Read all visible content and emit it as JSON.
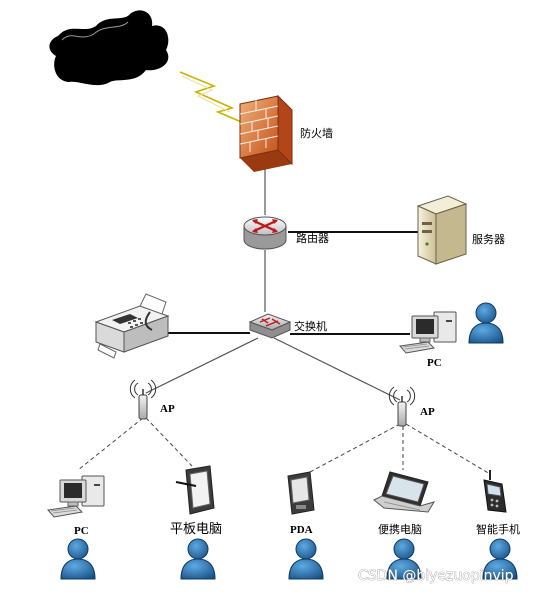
{
  "labels": {
    "firewall": "防火墙",
    "router": "路由器",
    "server": "服务器",
    "switch": "交换机",
    "pc_right": "PC",
    "ap_left": "AP",
    "ap_right": "AP",
    "pc_bottom": "PC",
    "tablet": "平板电脑",
    "pda": "PDA",
    "laptop": "便携电脑",
    "smartphone": "智能手机"
  },
  "watermark": "CSDN @biyezuopinvip",
  "colors": {
    "firewall_brick": "#e0752a",
    "user_figure": "#1f6fae",
    "link_solid": "#333333",
    "link_wan": "#111111"
  }
}
